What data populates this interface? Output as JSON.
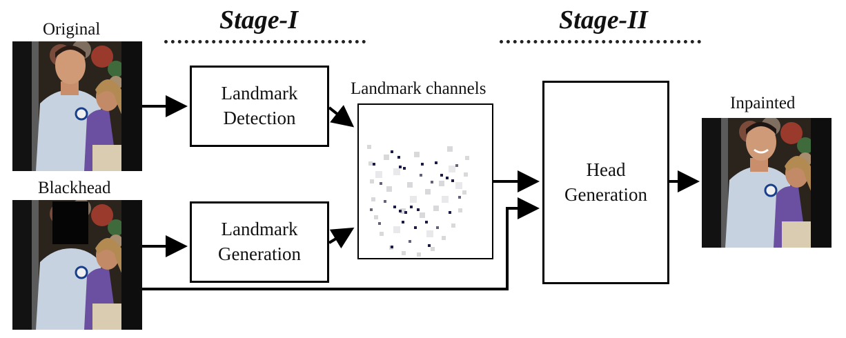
{
  "stages": {
    "stage1": "Stage-I",
    "stage2": "Stage-II"
  },
  "images": {
    "original": "Original",
    "blackhead": "Blackhead",
    "inpainted": "Inpainted"
  },
  "boxes": {
    "landmark_detection": [
      "Landmark",
      "Detection"
    ],
    "landmark_generation": [
      "Landmark",
      "Generation"
    ],
    "head_generation": [
      "Head",
      "Generation"
    ]
  },
  "landmark_channels_label": "Landmark channels"
}
